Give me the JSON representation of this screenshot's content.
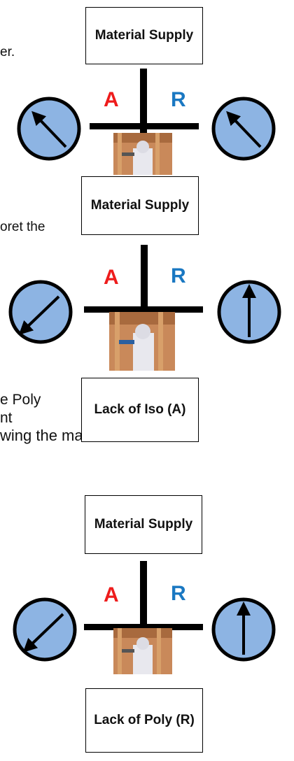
{
  "text_fragments": {
    "f1": "er.",
    "f2": "oret  the",
    "f3": "e Poly",
    "f4": "nt",
    "f5": "wing the material to exit the"
  },
  "legend": {
    "a_letter": "A",
    "r_letter": "R"
  },
  "colors": {
    "a_red": "#ee1c1c",
    "r_blue": "#1a78c2",
    "gauge_fill": "#8db4e3"
  },
  "diagram1": {
    "supply_label": "Material Supply",
    "left_arrow": "up-left",
    "right_arrow": "up-left",
    "photo": "spray-foam-worker"
  },
  "diagram2": {
    "supply_label": "Material Supply",
    "left_arrow": "down-left",
    "right_arrow": "up",
    "photo": "spray-foam-worker",
    "condition_label": "Lack of Iso (A)"
  },
  "diagram3": {
    "supply_label": "Material Supply",
    "left_arrow": "down-left",
    "right_arrow": "up",
    "photo": "spray-foam-worker",
    "condition_label": "Lack of Poly (R)"
  }
}
